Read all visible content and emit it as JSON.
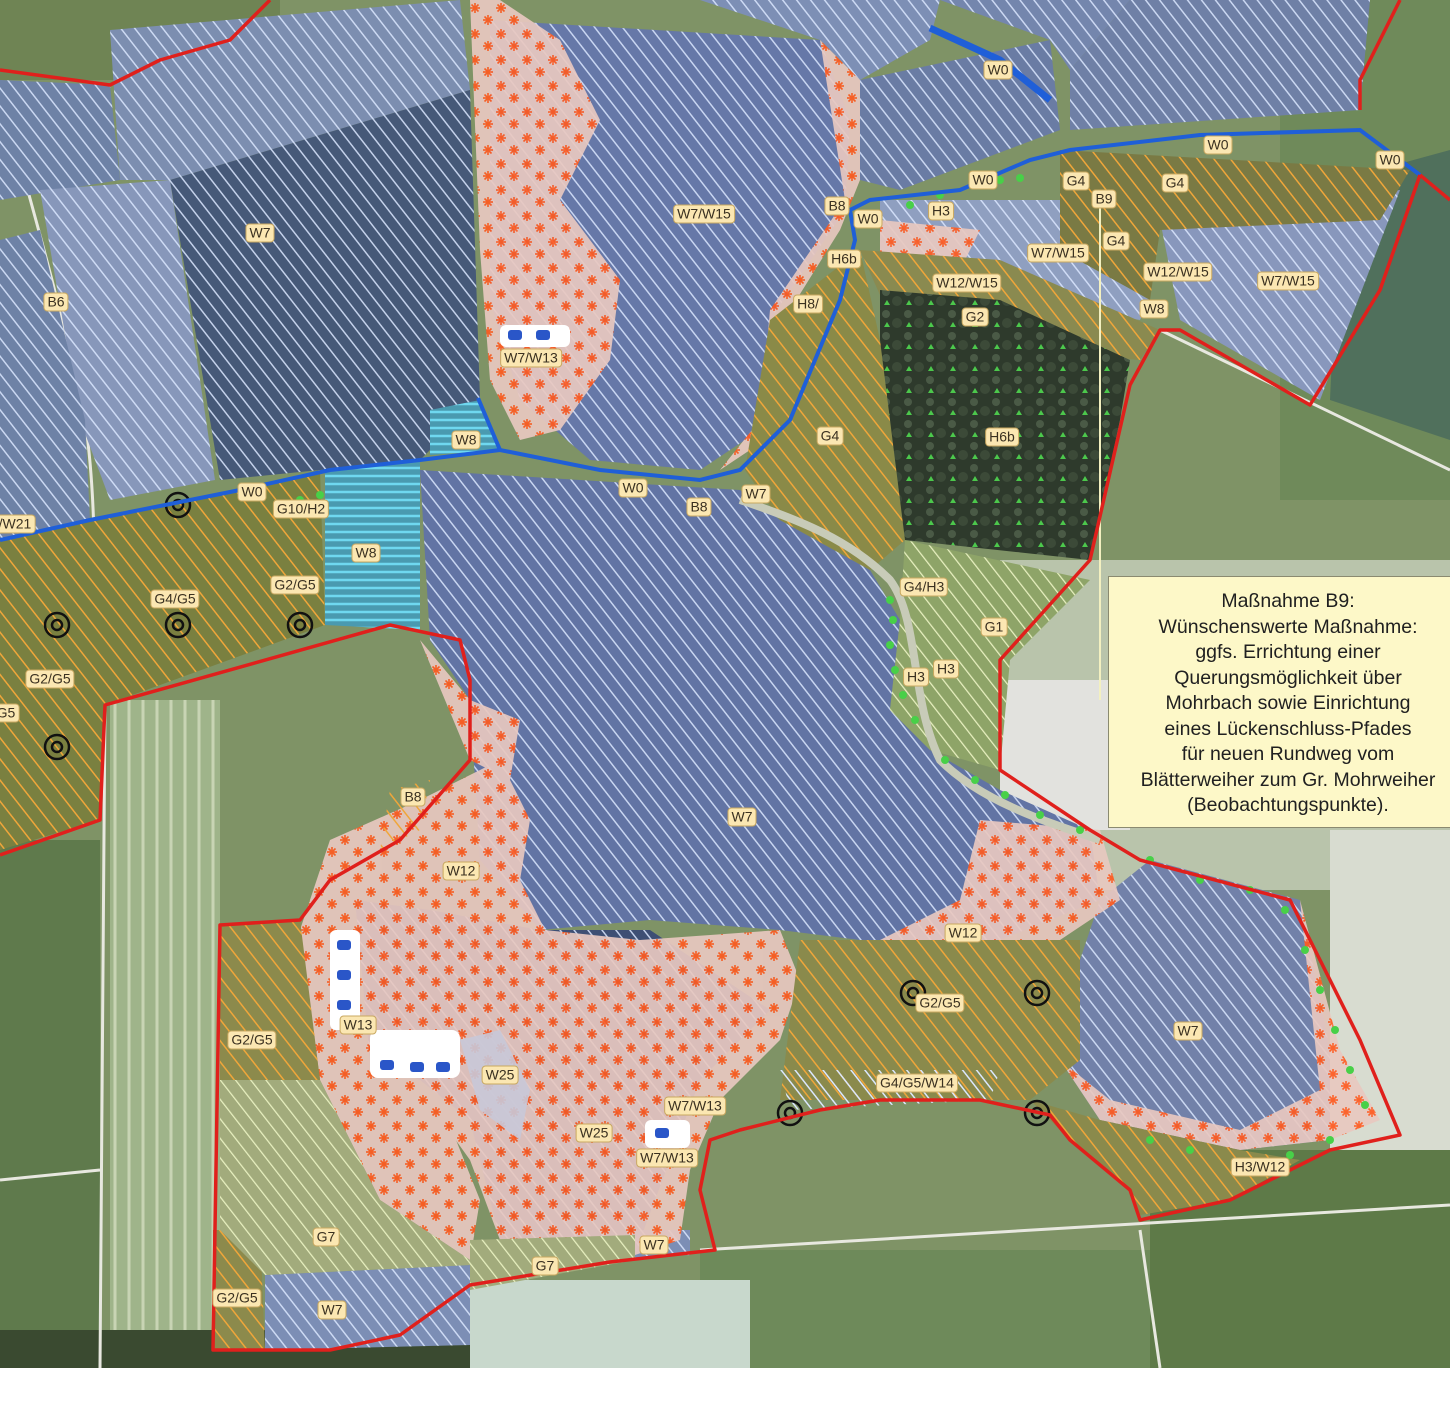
{
  "colors": {
    "boundary": "#e0201c",
    "stream": "#1f5fd8",
    "water_hatch": "#dbe7ff",
    "grass_hatch": "#f0a63a",
    "reed_symbol": "#ff5a1f",
    "tree_symbol": "#48d048",
    "note_bg": "#fdf8c8"
  },
  "labels": [
    {
      "text": "W0"
    },
    {
      "text": "W0"
    },
    {
      "text": "W0"
    },
    {
      "text": "W0"
    },
    {
      "text": "W0"
    },
    {
      "text": "W0"
    },
    {
      "text": "W0"
    },
    {
      "text": "W7"
    },
    {
      "text": "W7/W15"
    },
    {
      "text": "W7/W13"
    },
    {
      "text": "W8"
    },
    {
      "text": "B6"
    },
    {
      "text": "B8"
    },
    {
      "text": "B8"
    },
    {
      "text": "B8"
    },
    {
      "text": "B9"
    },
    {
      "text": "G4"
    },
    {
      "text": "G4"
    },
    {
      "text": "G4"
    },
    {
      "text": "G4"
    },
    {
      "text": "H3"
    },
    {
      "text": "H6b"
    },
    {
      "text": "H8/"
    },
    {
      "text": "W12/W15"
    },
    {
      "text": "W7/W15"
    },
    {
      "text": "W12/W15"
    },
    {
      "text": "W7/W15"
    },
    {
      "text": "W8"
    },
    {
      "text": "G2"
    },
    {
      "text": "H6b"
    },
    {
      "text": "W7"
    },
    {
      "text": "G10/H2"
    },
    {
      "text": "W8"
    },
    {
      "text": "/W21"
    },
    {
      "text": "G4/G5"
    },
    {
      "text": "G2/G5"
    },
    {
      "text": "G2/G5"
    },
    {
      "text": "G5"
    },
    {
      "text": "G4/H3"
    },
    {
      "text": "G1"
    },
    {
      "text": "H3"
    },
    {
      "text": "H3"
    },
    {
      "text": "W7"
    },
    {
      "text": "W12"
    },
    {
      "text": "W12"
    },
    {
      "text": "G2/G5"
    },
    {
      "text": "W7"
    },
    {
      "text": "G2/G5"
    },
    {
      "text": "W13"
    },
    {
      "text": "W25"
    },
    {
      "text": "W25"
    },
    {
      "text": "W7/W13"
    },
    {
      "text": "W7/W13"
    },
    {
      "text": "G4/G5/W14"
    },
    {
      "text": "H3/W12"
    },
    {
      "text": "G7"
    },
    {
      "text": "G7"
    },
    {
      "text": "W7"
    },
    {
      "text": "G2/G5"
    },
    {
      "text": "W7"
    }
  ],
  "note": {
    "lines": [
      "Maßnahme B9:",
      "Wünschenswerte Maßnahme:",
      "ggfs. Errichtung einer",
      "Querungsmöglichkeit über",
      "Mohrbach sowie  Einrichtung",
      "eines Lückenschluss-Pfades",
      "für neuen Rundweg vom",
      "Blätterweiher zum Gr. Mohrweiher",
      "(Beobachtungspunkte)."
    ]
  }
}
